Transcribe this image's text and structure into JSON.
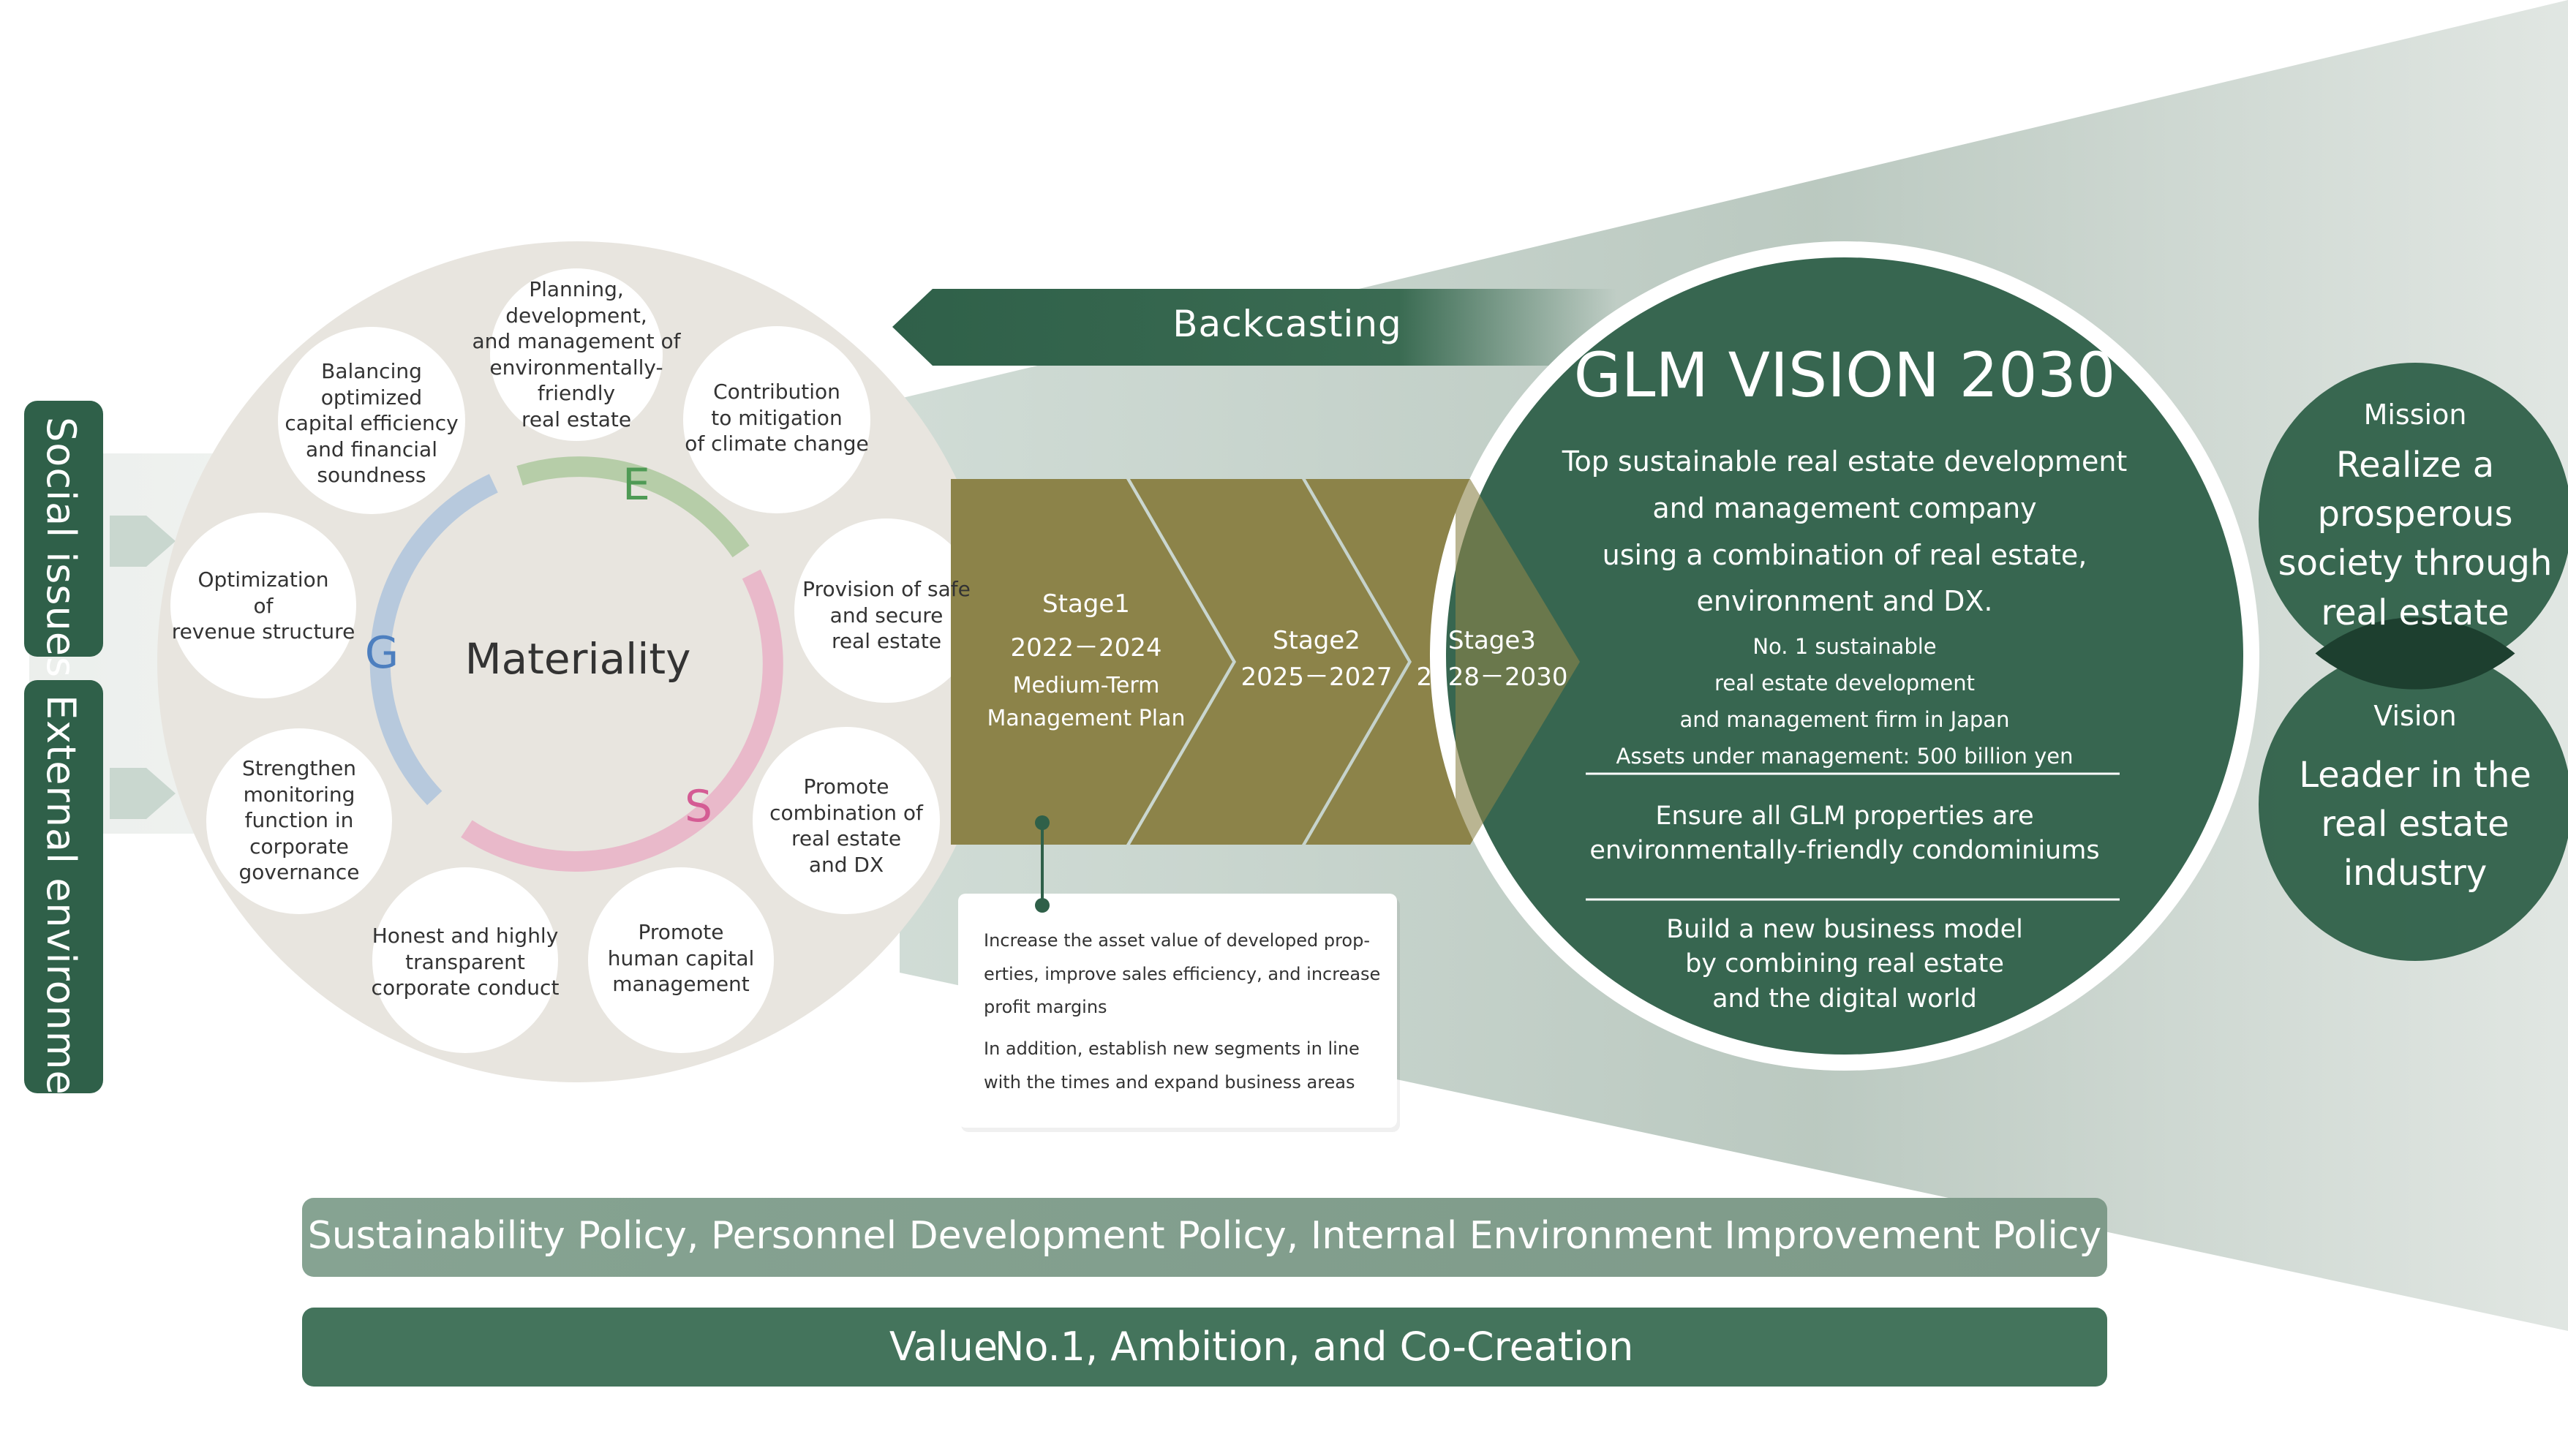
{
  "side_labels": {
    "social": "Social issues",
    "external": "External environment"
  },
  "materiality": {
    "center": "Materiality",
    "letters": {
      "e": "E",
      "s": "S",
      "g": "G"
    },
    "items": [
      "Planning,\ndevelopment,\nand management of\nenvironmentally-friendly\nreal estate",
      "Contribution\nto mitigation\nof climate change",
      "Provision of safe\nand secure\nreal estate",
      "Promote\ncombination of\nreal estate\nand DX",
      "Promote\nhuman capital\nmanagement",
      "Honest and highly\ntransparent\ncorporate conduct",
      "Strengthen\nmonitoring\nfunction in\ncorporate\ngovernance",
      "Optimization\nof\nrevenue structure",
      "Balancing\noptimized\ncapital efficiency\nand financial\nsoundness"
    ]
  },
  "backcasting": "Backcasting",
  "stages": {
    "stage1": {
      "title": "Stage1",
      "years": "2022－2024",
      "plan": "Medium-Term\nManagement Plan"
    },
    "stage2": {
      "title": "Stage2",
      "years": "2025－2027"
    },
    "stage3": {
      "title": "Stage3",
      "years": "2028－2030"
    }
  },
  "callout": {
    "p1": "Increase the asset value of developed prop-\nerties, improve sales efficiency, and increase\nprofit margins",
    "p2": "In addition, establish new segments in line\nwith the times and expand business areas"
  },
  "vision": {
    "title": "GLM VISION 2030",
    "goal": "Top sustainable real estate development\nand management company\nusing a combination of real estate,\nenvironment and DX.",
    "sub": "No. 1 sustainable\nreal estate development\nand management firm in Japan\nAssets under management: 500 billion yen",
    "item2": "Ensure all GLM properties are\nenvironmentally-friendly condominiums",
    "item3": "Build a new business model\nby combining real estate\nand the digital world"
  },
  "mission": {
    "label": "Mission",
    "text": "Realize a\nprosperous\nsociety through\nreal estate"
  },
  "vision_right": {
    "label": "Vision",
    "text": "Leader in the\nreal estate\nindustry"
  },
  "policy_bar": "Sustainability Policy, Personnel Development Policy, Internal Environment Improvement Policy",
  "value_bar": {
    "label": "Value",
    "text": "No.1, Ambition, and Co-Creation"
  },
  "colors": {
    "dark_green": "#2f6049",
    "olive": "#8c8349",
    "light_gray_green": "#83a08e",
    "beige": "#e8e5df",
    "e_green": "#b6cda8",
    "s_pink": "#e9b9ca",
    "g_blue": "#b7c9dd",
    "e_letter": "#4f9a55",
    "s_letter": "#d45c94",
    "g_letter": "#4d7fbf"
  }
}
